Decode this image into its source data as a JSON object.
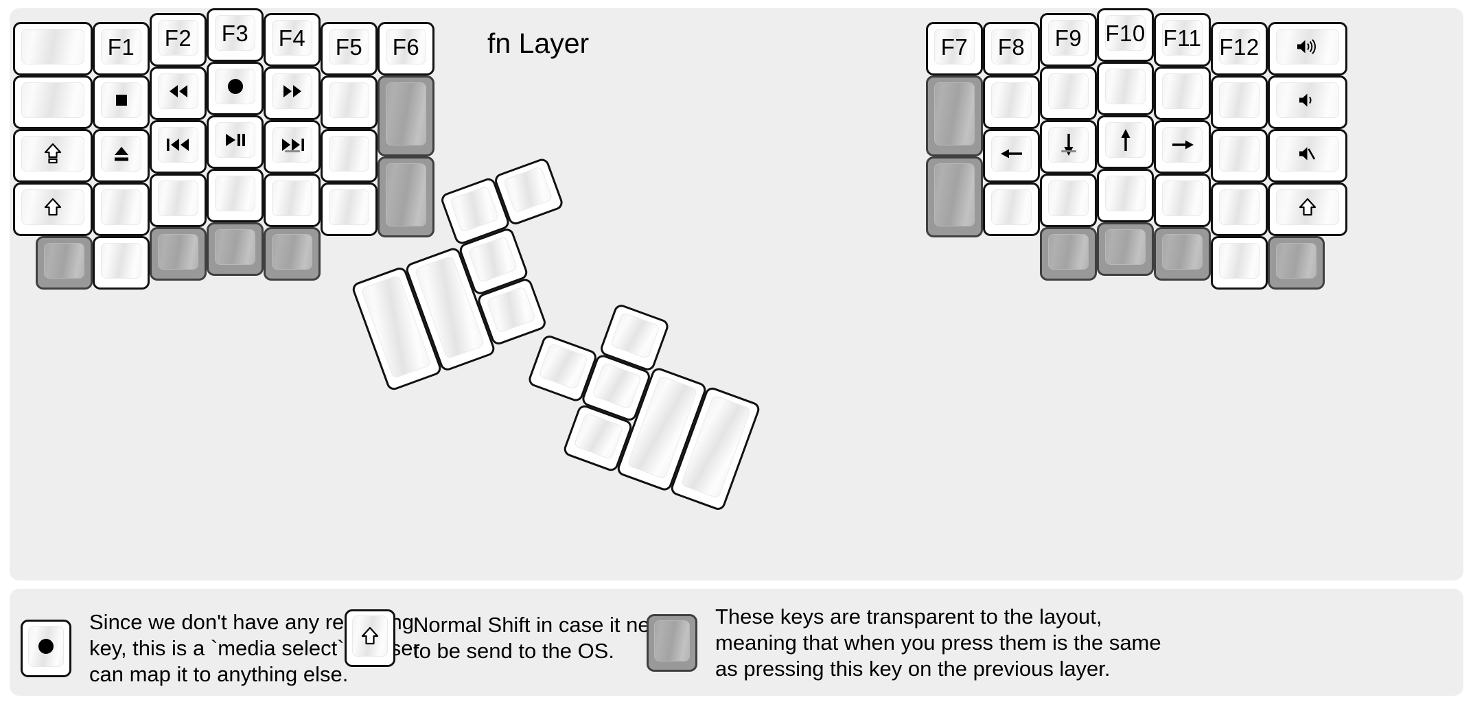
{
  "title": "fn Layer",
  "colors": {
    "panel_bg": "#eeeeee",
    "page_bg": "#ffffff",
    "key_border": "#111111",
    "key_face": "#ffffff",
    "transparent_key": "#999999",
    "text": "#000000"
  },
  "keyboard": {
    "left_half": {
      "columns": [
        {
          "name": "col-pinky-outer",
          "keys": [
            {
              "label": "",
              "icon": "",
              "type": "blank"
            },
            {
              "label": "",
              "icon": "",
              "type": "blank"
            },
            {
              "label": "",
              "icon": "caps-lock-icon",
              "type": "icon"
            },
            {
              "label": "",
              "icon": "shift-icon",
              "type": "icon"
            },
            {
              "label": "",
              "icon": "",
              "type": "transparent"
            }
          ]
        },
        {
          "name": "col-pinky",
          "keys": [
            {
              "label": "F1",
              "icon": "",
              "type": "legend"
            },
            {
              "label": "",
              "icon": "media-stop-icon",
              "type": "icon"
            },
            {
              "label": "",
              "icon": "media-eject-icon",
              "type": "icon"
            },
            {
              "label": "",
              "icon": "",
              "type": "blank"
            },
            {
              "label": "",
              "icon": "",
              "type": "blank"
            }
          ]
        },
        {
          "name": "col-ring",
          "keys": [
            {
              "label": "F2",
              "icon": "",
              "type": "legend"
            },
            {
              "label": "",
              "icon": "media-rewind-icon",
              "type": "icon"
            },
            {
              "label": "",
              "icon": "media-previous-track-icon",
              "type": "icon"
            },
            {
              "label": "",
              "icon": "",
              "type": "blank"
            },
            {
              "label": "",
              "icon": "",
              "type": "transparent"
            }
          ]
        },
        {
          "name": "col-middle",
          "keys": [
            {
              "label": "F3",
              "icon": "",
              "type": "legend"
            },
            {
              "label": "",
              "icon": "media-record-icon",
              "type": "icon"
            },
            {
              "label": "",
              "icon": "media-play-pause-icon",
              "type": "icon"
            },
            {
              "label": "",
              "icon": "",
              "type": "blank"
            },
            {
              "label": "",
              "icon": "",
              "type": "transparent"
            }
          ]
        },
        {
          "name": "col-index",
          "keys": [
            {
              "label": "F4",
              "icon": "",
              "type": "legend"
            },
            {
              "label": "",
              "icon": "media-fast-forward-icon",
              "type": "icon"
            },
            {
              "label": "",
              "icon": "media-next-track-icon",
              "type": "icon",
              "homing": true
            },
            {
              "label": "",
              "icon": "",
              "type": "blank"
            },
            {
              "label": "",
              "icon": "",
              "type": "transparent"
            }
          ]
        },
        {
          "name": "col-index-inner",
          "keys": [
            {
              "label": "F5",
              "icon": "",
              "type": "legend"
            },
            {
              "label": "",
              "icon": "",
              "type": "blank"
            },
            {
              "label": "",
              "icon": "",
              "type": "blank"
            },
            {
              "label": "",
              "icon": "",
              "type": "blank"
            }
          ]
        },
        {
          "name": "col-inner",
          "keys": [
            {
              "label": "F6",
              "icon": "",
              "type": "legend"
            },
            {
              "label": "",
              "icon": "",
              "type": "transparent"
            },
            {
              "label": "",
              "icon": "",
              "type": "transparent"
            }
          ]
        }
      ]
    },
    "right_half": {
      "columns": [
        {
          "name": "col-inner",
          "keys": [
            {
              "label": "F7",
              "icon": "",
              "type": "legend"
            },
            {
              "label": "",
              "icon": "",
              "type": "transparent"
            },
            {
              "label": "",
              "icon": "",
              "type": "transparent"
            }
          ]
        },
        {
          "name": "col-index-inner",
          "keys": [
            {
              "label": "F8",
              "icon": "",
              "type": "legend"
            },
            {
              "label": "",
              "icon": "",
              "type": "blank"
            },
            {
              "label": "",
              "icon": "arrow-left-icon",
              "type": "icon"
            },
            {
              "label": "",
              "icon": "",
              "type": "blank"
            }
          ]
        },
        {
          "name": "col-index",
          "keys": [
            {
              "label": "F9",
              "icon": "",
              "type": "legend"
            },
            {
              "label": "",
              "icon": "",
              "type": "blank"
            },
            {
              "label": "",
              "icon": "arrow-down-icon",
              "type": "icon",
              "homing": true
            },
            {
              "label": "",
              "icon": "",
              "type": "blank"
            },
            {
              "label": "",
              "icon": "",
              "type": "transparent"
            }
          ]
        },
        {
          "name": "col-middle",
          "keys": [
            {
              "label": "F10",
              "icon": "",
              "type": "legend"
            },
            {
              "label": "",
              "icon": "",
              "type": "blank"
            },
            {
              "label": "",
              "icon": "arrow-up-icon",
              "type": "icon"
            },
            {
              "label": "",
              "icon": "",
              "type": "blank"
            },
            {
              "label": "",
              "icon": "",
              "type": "transparent"
            }
          ]
        },
        {
          "name": "col-ring",
          "keys": [
            {
              "label": "F11",
              "icon": "",
              "type": "legend"
            },
            {
              "label": "",
              "icon": "",
              "type": "blank"
            },
            {
              "label": "",
              "icon": "arrow-right-icon",
              "type": "icon"
            },
            {
              "label": "",
              "icon": "",
              "type": "blank"
            },
            {
              "label": "",
              "icon": "",
              "type": "transparent"
            }
          ]
        },
        {
          "name": "col-pinky",
          "keys": [
            {
              "label": "F12",
              "icon": "",
              "type": "legend"
            },
            {
              "label": "",
              "icon": "",
              "type": "blank"
            },
            {
              "label": "",
              "icon": "",
              "type": "blank"
            },
            {
              "label": "",
              "icon": "",
              "type": "blank"
            },
            {
              "label": "",
              "icon": "",
              "type": "blank"
            }
          ]
        },
        {
          "name": "col-pinky-outer",
          "keys": [
            {
              "label": "",
              "icon": "volume-up-icon",
              "type": "icon"
            },
            {
              "label": "",
              "icon": "volume-down-icon",
              "type": "icon"
            },
            {
              "label": "",
              "icon": "volume-mute-icon",
              "type": "icon"
            },
            {
              "label": "",
              "icon": "shift-icon",
              "type": "icon"
            },
            {
              "label": "",
              "icon": "",
              "type": "transparent"
            }
          ]
        }
      ]
    },
    "left_thumb_cluster": {
      "name": "left-thumb-cluster",
      "rotation_deg": -20,
      "keys": [
        {
          "name": "thumb-key-1",
          "size": "2u-vertical",
          "type": "blank"
        },
        {
          "name": "thumb-key-2",
          "size": "2u-vertical",
          "type": "blank"
        },
        {
          "name": "thumb-key-3",
          "size": "1u",
          "type": "blank"
        },
        {
          "name": "thumb-key-4",
          "size": "1u",
          "type": "blank"
        },
        {
          "name": "thumb-key-5",
          "size": "1u",
          "type": "blank"
        },
        {
          "name": "thumb-key-6",
          "size": "1u",
          "type": "blank"
        }
      ]
    },
    "right_thumb_cluster": {
      "name": "right-thumb-cluster",
      "rotation_deg": 20,
      "keys": [
        {
          "name": "thumb-key-1",
          "size": "1u",
          "type": "blank"
        },
        {
          "name": "thumb-key-2",
          "size": "1u",
          "type": "blank"
        },
        {
          "name": "thumb-key-3",
          "size": "1u",
          "type": "blank"
        },
        {
          "name": "thumb-key-4",
          "size": "1u",
          "type": "blank"
        },
        {
          "name": "thumb-key-5",
          "size": "2u-vertical",
          "type": "blank"
        },
        {
          "name": "thumb-key-6",
          "size": "2u-vertical",
          "type": "blank"
        }
      ]
    }
  },
  "legend": {
    "items": [
      {
        "key_icon": "media-record-icon",
        "key_type": "normal",
        "text": "Since we don't have any recording\nkey, this is a `media select` so user\ncan map it to anything else."
      },
      {
        "key_icon": "shift-icon",
        "key_type": "normal",
        "text": "Normal Shift in case it needs\nto be send to the OS."
      },
      {
        "key_icon": "",
        "key_type": "transparent",
        "text": "These keys are transparent to the layout,\nmeaning that when you press them is the same\nas pressing this key on the previous layer."
      }
    ]
  }
}
